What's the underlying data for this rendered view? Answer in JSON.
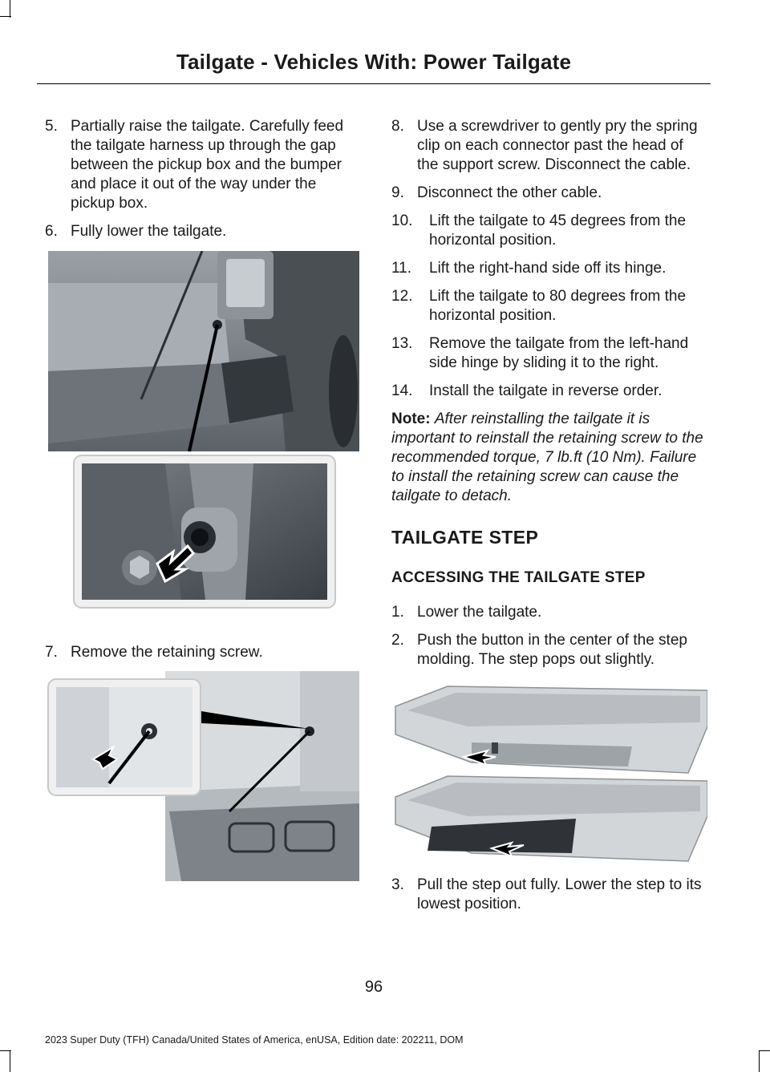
{
  "header": {
    "title": "Tailgate - Vehicles With: Power Tailgate"
  },
  "left_steps": [
    {
      "num": "5.",
      "text": "Partially raise the tailgate. Carefully feed the tailgate harness up through the gap between the pickup box and the bumper and place it out of the way under the pickup box."
    },
    {
      "num": "6.",
      "text": "Fully lower the tailgate."
    },
    {
      "num": "7.",
      "text": "Remove the retaining screw."
    }
  ],
  "right_steps": [
    {
      "num": "8.",
      "text": "Use a screwdriver to gently pry the spring clip on each connector past the head of the support screw. Disconnect the cable."
    },
    {
      "num": "9.",
      "text": "Disconnect the other cable."
    },
    {
      "num": "10.",
      "text": "Lift the tailgate to 45 degrees from the horizontal position."
    },
    {
      "num": "11.",
      "text": "Lift the right-hand side off its hinge."
    },
    {
      "num": "12.",
      "text": "Lift the tailgate to 80 degrees from the horizontal position."
    },
    {
      "num": "13.",
      "text": "Remove the tailgate from the left-hand side hinge by sliding it to the right."
    },
    {
      "num": "14.",
      "text": "Install the tailgate in reverse order."
    }
  ],
  "note": {
    "label": "Note:",
    "text": "After reinstalling the tailgate it is important to reinstall the retaining screw to the recommended torque, 7 lb.ft (10 Nm). Failure to install the retaining screw can cause the tailgate to detach."
  },
  "section_title": "TAILGATE STEP",
  "subsection_title": "ACCESSING THE TAILGATE STEP",
  "step_steps": [
    {
      "num": "1.",
      "text": "Lower the tailgate."
    },
    {
      "num": "2.",
      "text": "Push the button in the center of the step molding. The step pops out slightly."
    },
    {
      "num": "3.",
      "text": "Pull the step out fully. Lower the step to its lowest position."
    }
  ],
  "page_number": "96",
  "footer": "2023 Super Duty (TFH) Canada/United States of America, enUSA, Edition date: 202211, DOM"
}
